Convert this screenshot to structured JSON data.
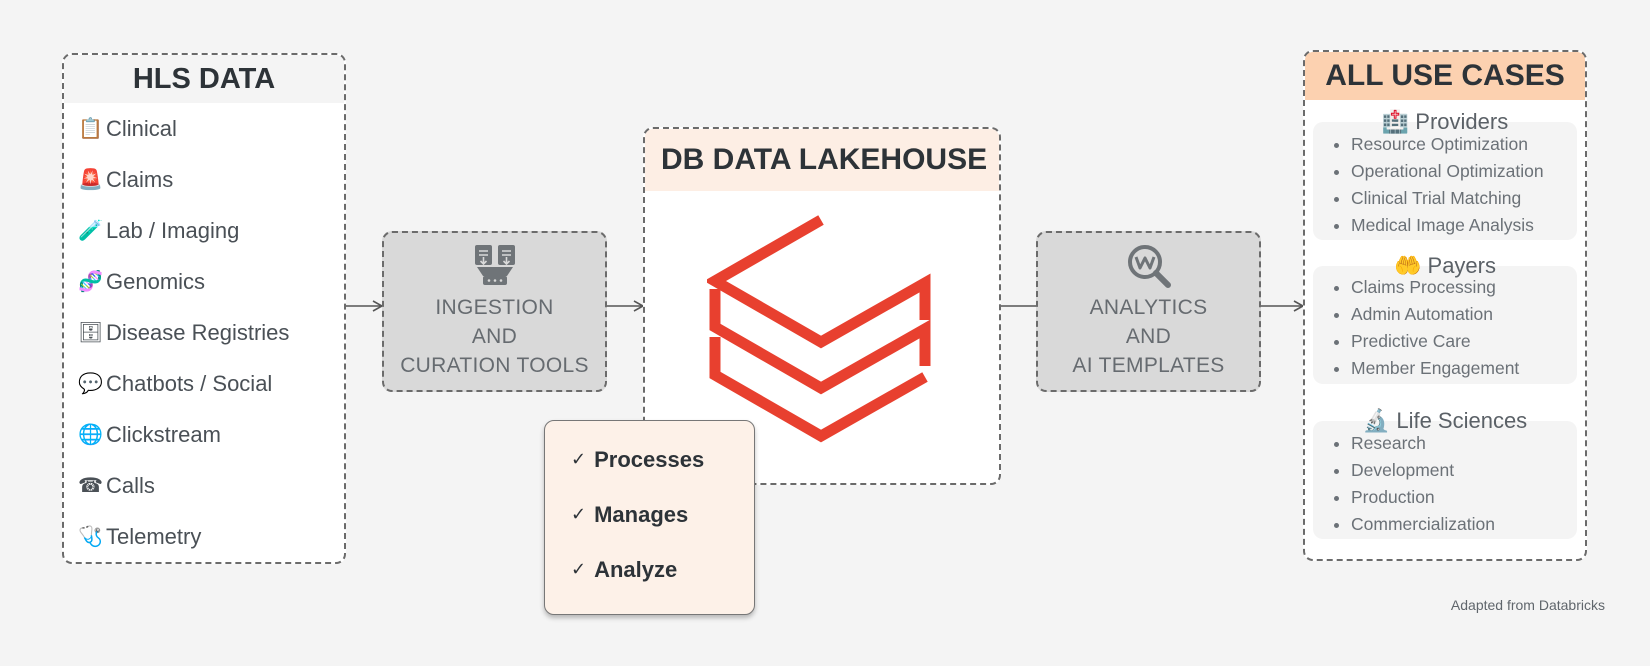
{
  "hls": {
    "title": "HLS DATA",
    "items": [
      {
        "icon": "📋",
        "icon_name": "clipboard-icon",
        "label": "Clinical"
      },
      {
        "icon": "🚨",
        "icon_name": "siren-icon",
        "label": "Claims"
      },
      {
        "icon": "🧪",
        "icon_name": "test-tube-icon",
        "label": "Lab / Imaging"
      },
      {
        "icon": "🧬",
        "icon_name": "dna-icon",
        "label": "Genomics"
      },
      {
        "icon": "🗄",
        "icon_name": "file-cabinet-icon",
        "label": "Disease Registries"
      },
      {
        "icon": "💬",
        "icon_name": "speech-bubble-icon",
        "label": "Chatbots / Social"
      },
      {
        "icon": "🌐",
        "icon_name": "globe-icon",
        "label": "Clickstream"
      },
      {
        "icon": "☎",
        "icon_name": "telephone-icon",
        "label": "Calls"
      },
      {
        "icon": "🩺",
        "icon_name": "stethoscope-icon",
        "label": "Telemetry"
      }
    ]
  },
  "ingest": {
    "lines": [
      "INGESTION",
      "AND",
      "CURATION TOOLS"
    ]
  },
  "lakehouse": {
    "title": "DB DATA LAKEHOUSE",
    "logo_color": "#e8402f"
  },
  "checks": {
    "tick": "✓",
    "items": [
      "Processes",
      "Manages",
      "Analyze"
    ]
  },
  "analytics": {
    "lines": [
      "ANALYTICS",
      "AND",
      "AI TEMPLATES"
    ]
  },
  "use_cases": {
    "title": "ALL USE CASES",
    "groups": [
      {
        "icon": "🏥",
        "name": "Providers",
        "items": [
          "Resource Optimization",
          "Operational Optimization",
          "Clinical Trial Matching",
          "Medical Image Analysis"
        ]
      },
      {
        "icon": "🤲",
        "name": "Payers",
        "items": [
          "Claims Processing",
          "Admin Automation",
          "Predictive Care",
          "Member Engagement"
        ]
      },
      {
        "icon": "🔬",
        "name": "Life Sciences",
        "items": [
          "Research",
          "Development",
          "Production",
          "Commercialization"
        ]
      }
    ]
  },
  "credit": "Adapted from Databricks",
  "colors": {
    "background": "#f4f4f4",
    "tool_gray": "#d9d9d9",
    "use_case_header": "#fcd1b0",
    "lakehouse_header": "#fdeee4"
  }
}
